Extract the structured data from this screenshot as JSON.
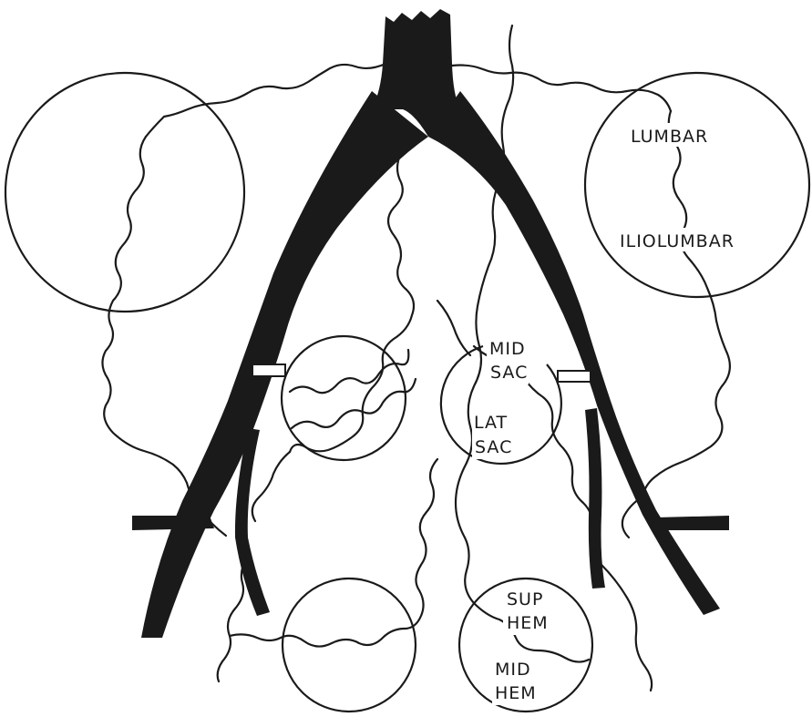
{
  "labels": {
    "lumbar": "LUMBAR",
    "iliolumbar": "ILIOLUMBAR",
    "mid_sac_line1": "MID",
    "mid_sac_line2": "SAC",
    "lat_sac_line1": "LAT",
    "lat_sac_line2": "SAC",
    "sup_hem_line1": "SUP",
    "sup_hem_line2": "HEM",
    "mid_hem_line1": "MID",
    "mid_hem_line2": "HEM"
  },
  "colors": {
    "ink": "#1a1a1a",
    "background": "#ffffff"
  }
}
